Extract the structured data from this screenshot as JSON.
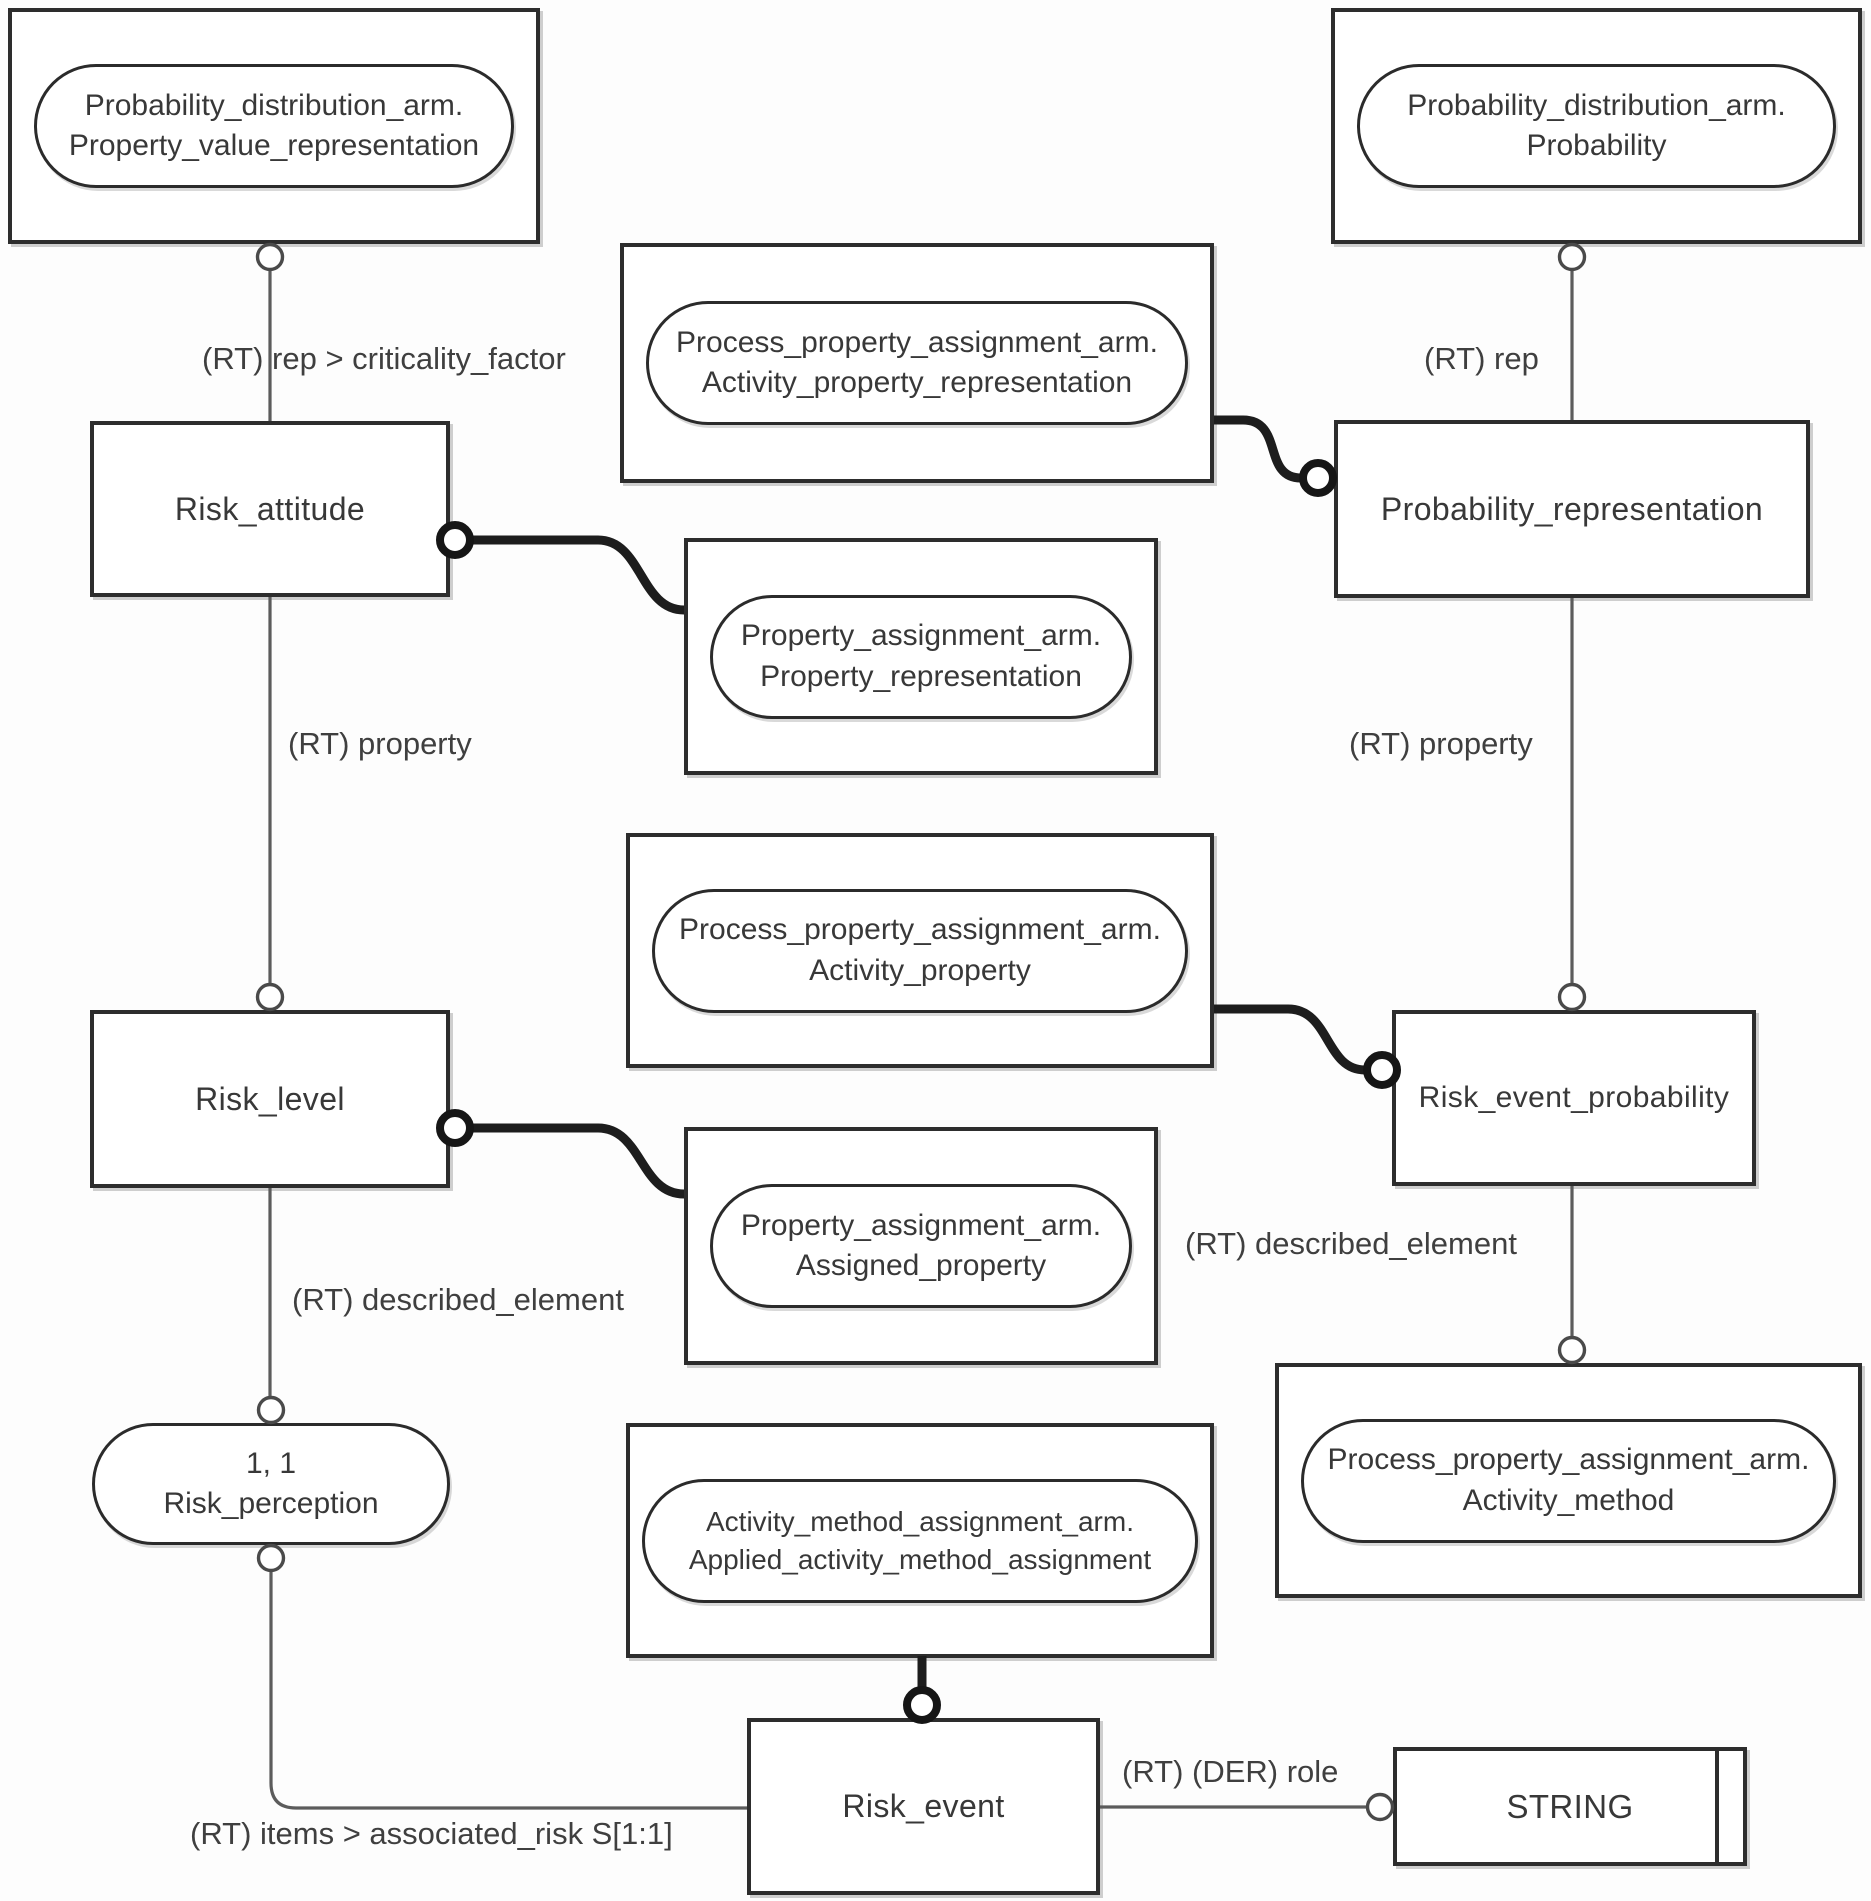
{
  "diagram": {
    "ink_color": "#2d2d2d",
    "entities": {
      "risk_attitude": {
        "label": "Risk_attitude"
      },
      "probability_representation": {
        "label": "Probability_representation"
      },
      "risk_level": {
        "label": "Risk_level"
      },
      "risk_event_probability": {
        "label": "Risk_event_probability"
      },
      "risk_event": {
        "label": "Risk_event"
      },
      "string_type": {
        "label": "STRING"
      }
    },
    "interschema_refs": {
      "property_value_representation": {
        "line1": "Probability_distribution_arm.",
        "line2": "Property_value_representation"
      },
      "probability": {
        "line1": "Probability_distribution_arm.",
        "line2": "Probability"
      },
      "activity_property_representation": {
        "line1": "Process_property_assignment_arm.",
        "line2": "Activity_property_representation"
      },
      "property_representation": {
        "line1": "Property_assignment_arm.",
        "line2": "Property_representation"
      },
      "activity_property": {
        "line1": "Process_property_assignment_arm.",
        "line2": "Activity_property"
      },
      "assigned_property": {
        "line1": "Property_assignment_arm.",
        "line2": "Assigned_property"
      },
      "applied_activity_method_assignment": {
        "line1": "Activity_method_assignment_arm.",
        "line2": "Applied_activity_method_assignment"
      },
      "activity_method": {
        "line1": "Process_property_assignment_arm.",
        "line2": "Activity_method"
      }
    },
    "oval_refs": {
      "risk_perception": {
        "line1": "1, 1",
        "line2": "Risk_perception"
      }
    },
    "edge_labels": {
      "rep_criticality": "(RT) rep > criticality_factor",
      "rep": "(RT) rep",
      "property_left": "(RT) property",
      "property_right": "(RT) property",
      "described_element_left": "(RT) described_element",
      "described_element_right": "(RT) described_element",
      "items_associated_risk": "(RT) items > associated_risk S[1:1]",
      "der_role": "(RT) (DER) role"
    }
  }
}
